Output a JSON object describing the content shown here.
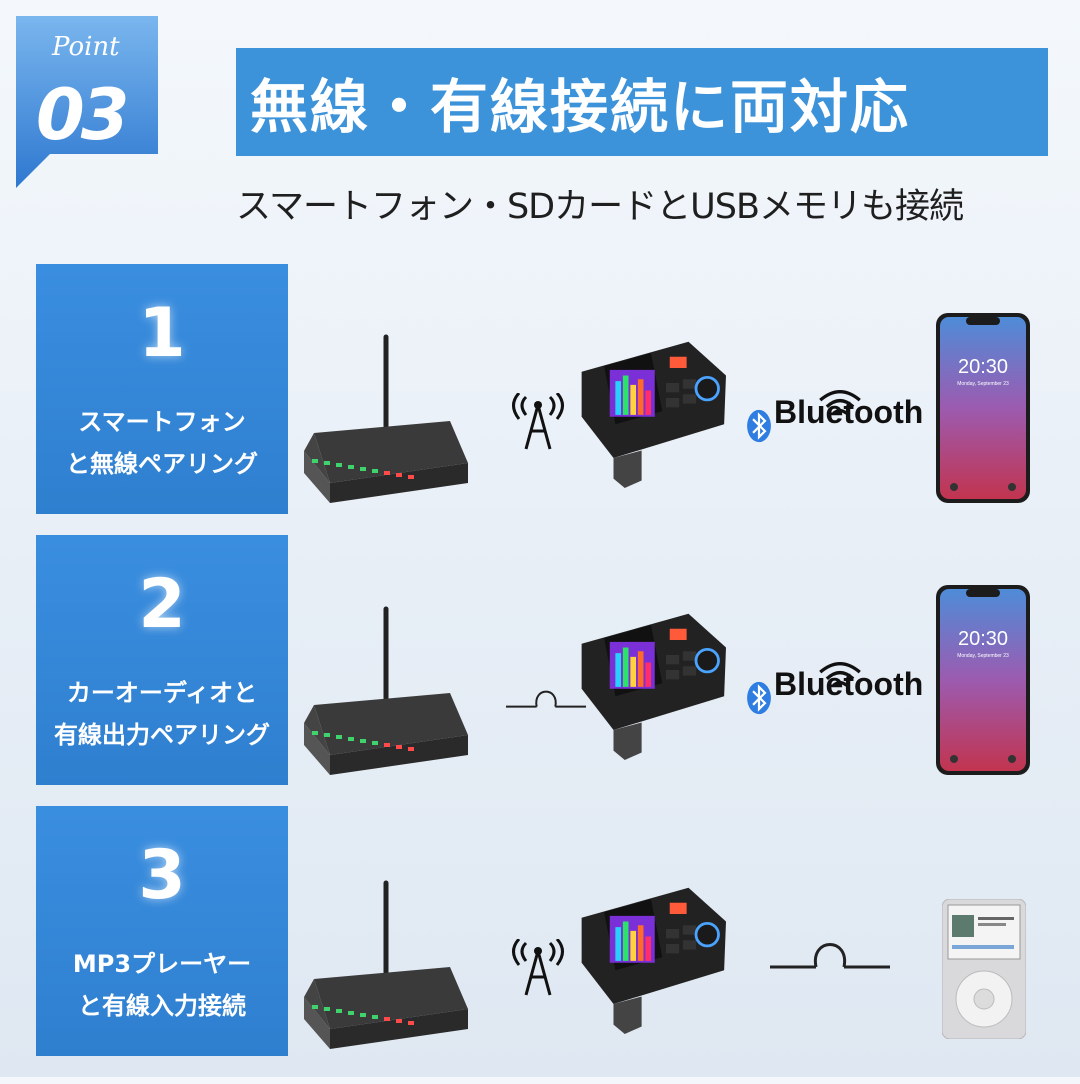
{
  "header": {
    "badge_script": "Point",
    "badge_number": "03",
    "title": "無線・有線接続に両対応",
    "subtitle": "スマートフォン・SDカードとUSBメモリも接続"
  },
  "steps": [
    {
      "number": "1",
      "line1": "スマートフォン",
      "line2": "と無線ペアリング",
      "link": "antenna",
      "right_device": "smartphone",
      "right_connection": "bluetooth"
    },
    {
      "number": "2",
      "line1": "カーオーディオと",
      "line2": "有線出力ペアリング",
      "link": "cable",
      "right_device": "smartphone",
      "right_connection": "bluetooth"
    },
    {
      "number": "3",
      "line1": "MP3プレーヤー",
      "line2": "と有線入力接続",
      "link": "antenna",
      "right_device": "mp3-player",
      "right_connection": "cable"
    }
  ],
  "bluetooth": {
    "label": "Bluetooth"
  },
  "phone": {
    "time": "20:30",
    "date": "Monday, September 23"
  },
  "colors": {
    "accent": "#3d93d9",
    "card": "#3a8ee0"
  }
}
